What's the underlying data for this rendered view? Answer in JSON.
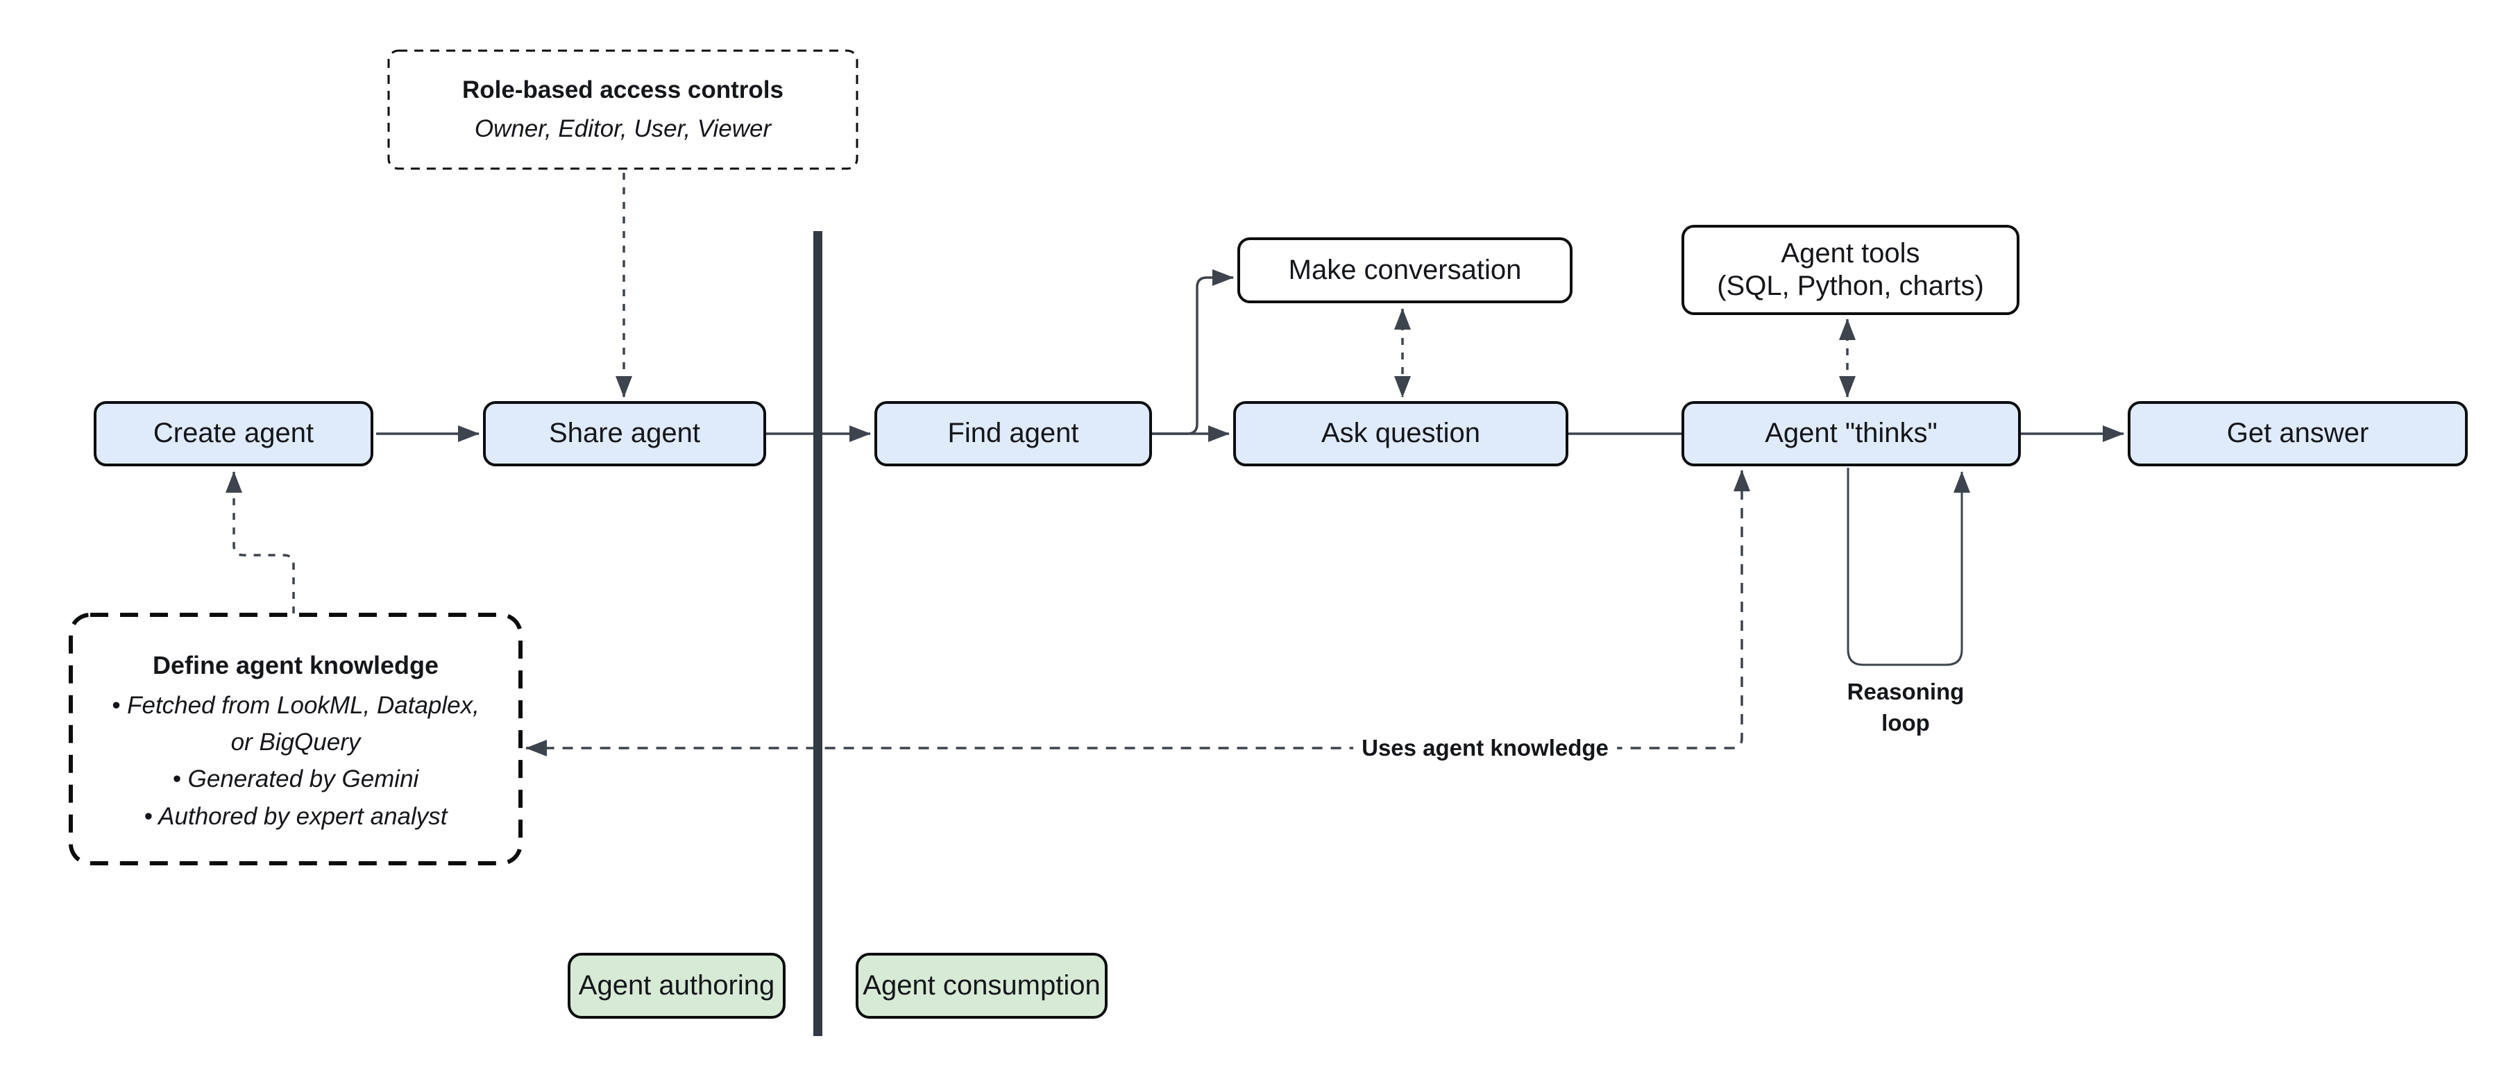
{
  "diagram_title": "Agent authoring and consumption flow",
  "colors": {
    "node_blue": "#dfeafb",
    "node_green": "#d7ead6",
    "node_white": "#ffffff",
    "border": "#0c0d0f",
    "line": "#3d444e",
    "divider": "#333a44",
    "text": "#14161a"
  },
  "nodes": {
    "create_agent": {
      "label": "Create agent"
    },
    "share_agent": {
      "label": "Share agent"
    },
    "find_agent": {
      "label": "Find agent"
    },
    "make_conversation": {
      "label": "Make conversation"
    },
    "ask_question": {
      "label": "Ask question"
    },
    "agent_tools": {
      "label": "Agent tools",
      "label_line2": "(SQL, Python, charts)"
    },
    "agent_thinks": {
      "label": "Agent \"thinks\""
    },
    "get_answer": {
      "label": "Get answer"
    }
  },
  "annotations": {
    "role_access": {
      "title": "Role-based access controls",
      "subtitle": "Owner, Editor, User, Viewer"
    },
    "define_knowledge": {
      "title": "Define agent knowledge",
      "bullets": [
        "Fetched from LookML, Dataplex, or BigQuery",
        "Generated by Gemini",
        "Authored by expert analyst"
      ]
    },
    "uses_knowledge_label": "Uses agent knowledge",
    "reasoning_loop": {
      "line1": "Reasoning",
      "line2": "loop"
    }
  },
  "legend": {
    "authoring": "Agent authoring",
    "consumption": "Agent consumption"
  }
}
